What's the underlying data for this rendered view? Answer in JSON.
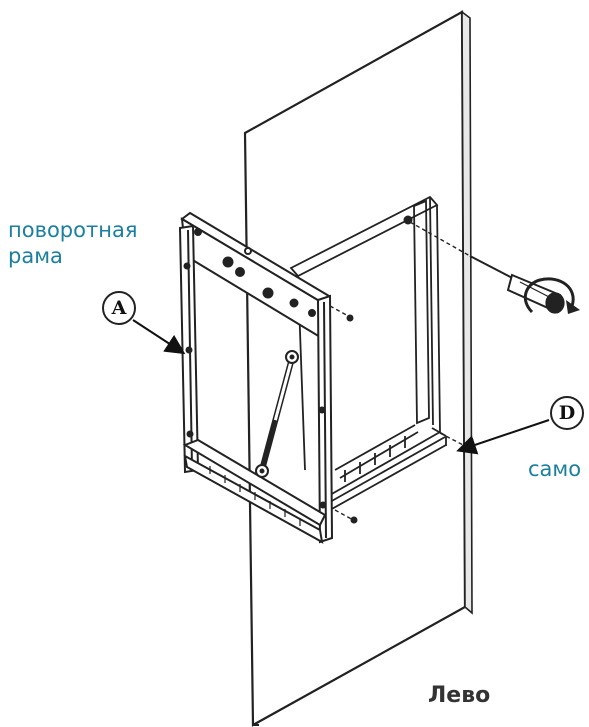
{
  "labels": {
    "swing_frame": "поворотная\nрама",
    "screws": "само",
    "side": "Лево"
  },
  "callouts": {
    "a": "A",
    "d": "D"
  },
  "colors": {
    "label_text": "#1b7fa0",
    "side_text": "#333333",
    "line": "#222222"
  },
  "icons": {
    "screwdriver": "screwdriver-icon",
    "rotation_arrow": "rotation-arrow-icon"
  }
}
